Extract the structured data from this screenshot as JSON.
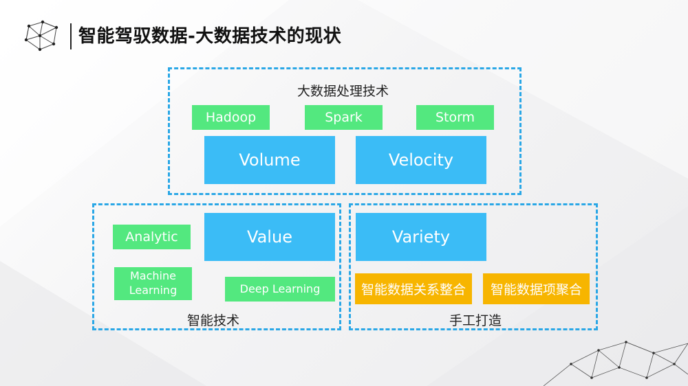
{
  "header": {
    "title": "智能驾驭数据-大数据技术的现状"
  },
  "top_frame": {
    "label": "大数据处理技术",
    "tools": [
      "Hadoop",
      "Spark",
      "Storm"
    ],
    "values": [
      "Volume",
      "Velocity"
    ]
  },
  "left_frame": {
    "label": "智能技术",
    "value": "Value",
    "tools": {
      "analytic": "Analytic",
      "machine_learning_line1": "Machine",
      "machine_learning_line2": "Learning",
      "deep_learning": "Deep Learning"
    }
  },
  "right_frame": {
    "label": "手工打造",
    "value": "Variety",
    "items": [
      "智能数据关系整合",
      "智能数据项聚合"
    ]
  },
  "colors": {
    "blue_box": "#3bbcf6",
    "green_box": "#53e87f",
    "gold_box": "#f7b500",
    "dashed_border": "#2aa7e6"
  }
}
